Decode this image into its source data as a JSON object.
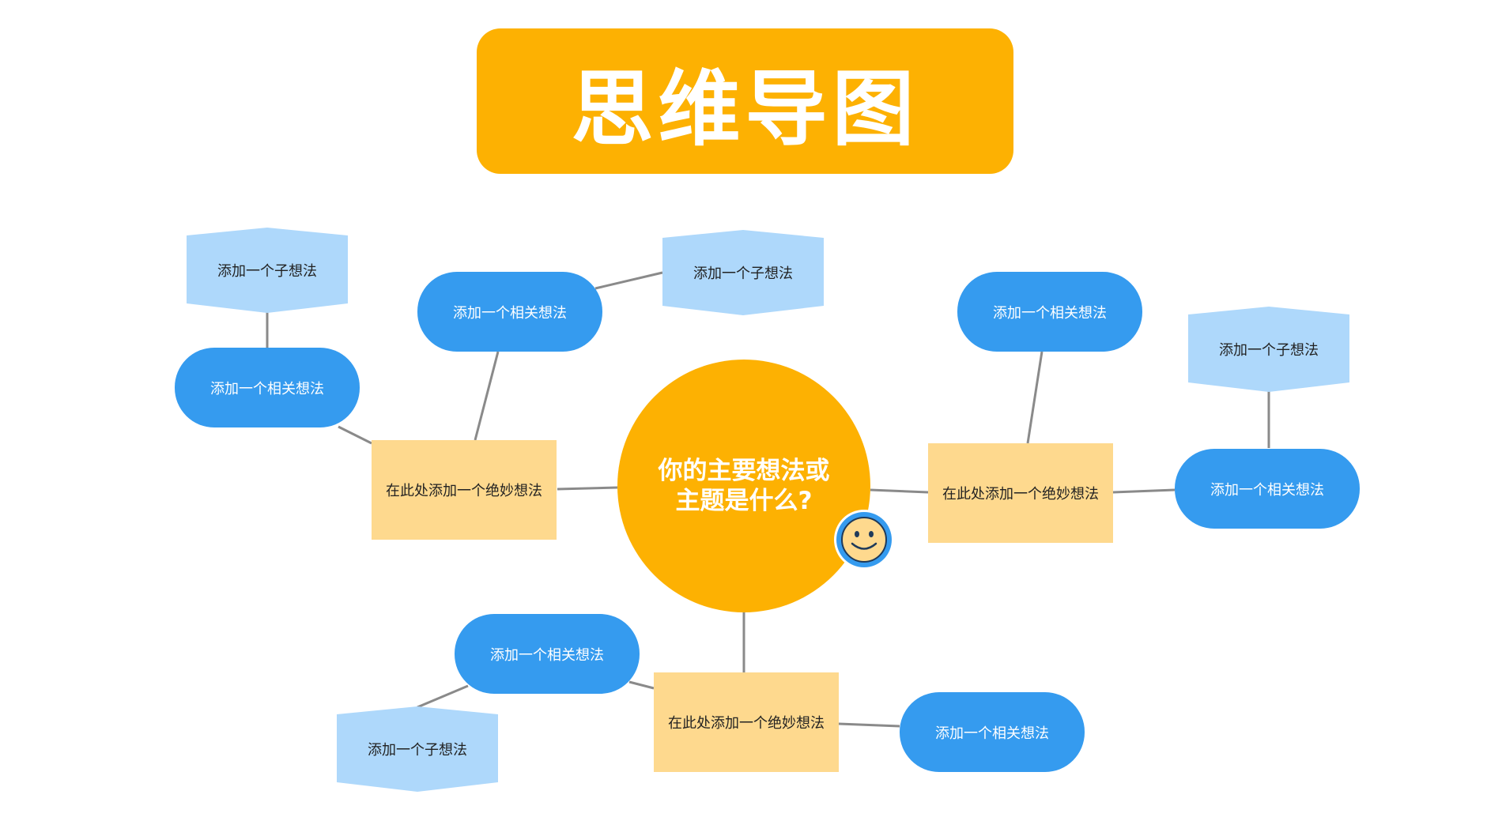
{
  "title": "思维导图",
  "central_topic": "你的主要想法或主题是什么?",
  "colors": {
    "title_bg": "#FDB102",
    "central_bg": "#FDB102",
    "main_idea_bg": "#FED98E",
    "related_idea_bg": "#359BEF",
    "sub_idea_bg": "#AED8FB",
    "connector": "#8a8a8a",
    "smiley_ring": "#359BEF",
    "smiley_face": "#FED98E"
  },
  "main_ideas": [
    {
      "label": "在此处添加一个绝妙想法"
    },
    {
      "label": "在此处添加一个绝妙想法"
    },
    {
      "label": "在此处添加一个绝妙想法"
    }
  ],
  "related_ideas": [
    {
      "label": "添加一个相关想法"
    },
    {
      "label": "添加一个相关想法"
    },
    {
      "label": "添加一个相关想法"
    },
    {
      "label": "添加一个相关想法"
    },
    {
      "label": "添加一个相关想法"
    },
    {
      "label": "添加一个相关想法"
    }
  ],
  "sub_ideas": [
    {
      "label": "添加一个子想法"
    },
    {
      "label": "添加一个子想法"
    },
    {
      "label": "添加一个子想法"
    },
    {
      "label": "添加一个子想法"
    }
  ],
  "icons": {
    "center_badge": "smiley-face-icon"
  }
}
